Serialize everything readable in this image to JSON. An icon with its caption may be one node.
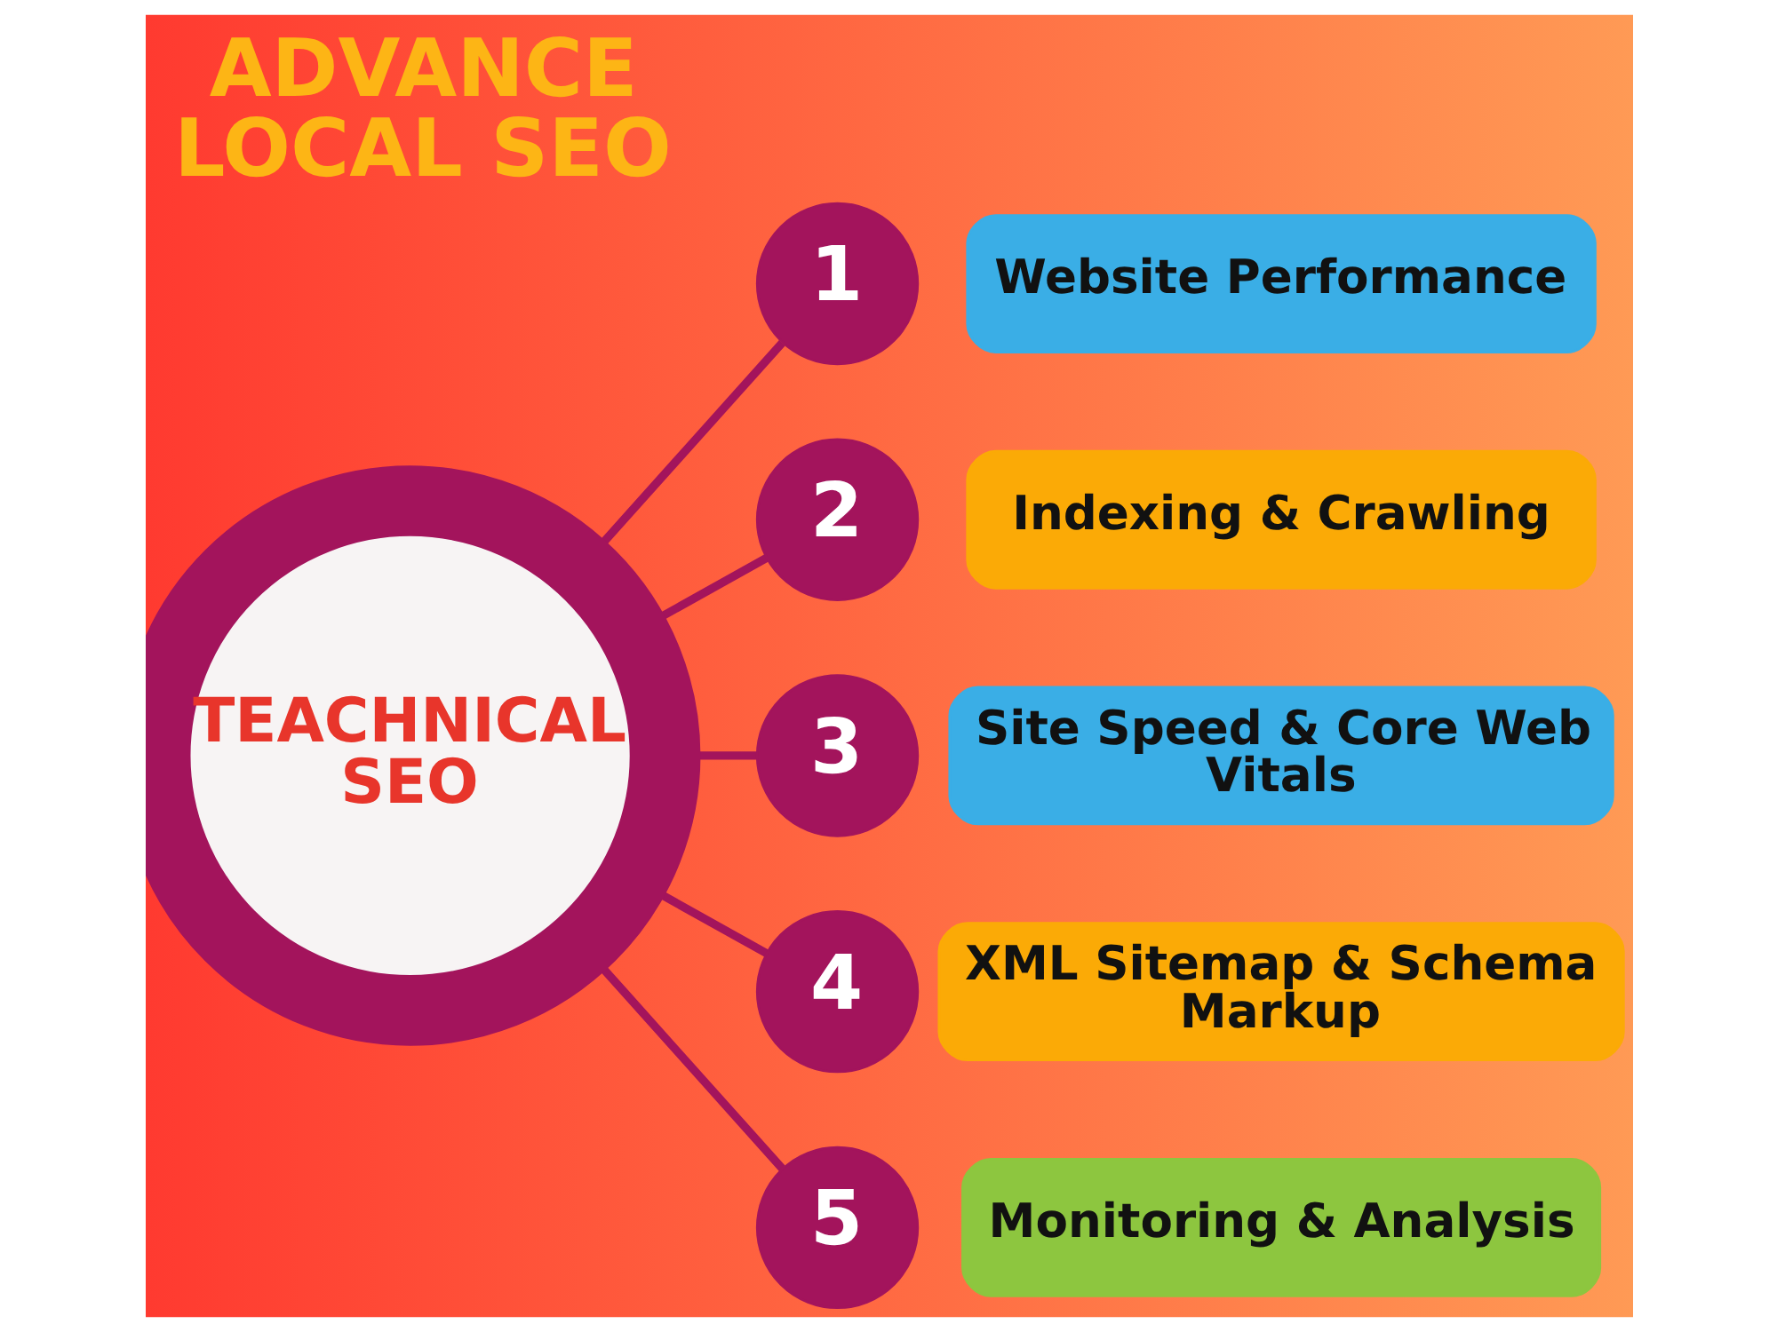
{
  "diagram": {
    "title": "ADVANCE LOCAL SEO",
    "nodes": [
      {
        "text": [
          "TEACHNICAL SEO"
        ]
      },
      {
        "text": [
          "1"
        ]
      },
      {
        "text": [
          "Website Performance"
        ]
      },
      {
        "text": [
          "2"
        ]
      },
      {
        "text": [
          "Indexing & Crawling"
        ]
      },
      {
        "text": [
          "3"
        ]
      },
      {
        "text": [
          "Site Speed & Core Web Vitals"
        ]
      },
      {
        "text": [
          "4"
        ]
      },
      {
        "text": [
          "XML Sitemap & Schema Markup"
        ]
      },
      {
        "text": [
          "5"
        ]
      },
      {
        "text": [
          "Monitoring & Analysis"
        ]
      }
    ],
    "edges": [
      {
        "from": 0,
        "to": 1,
        "arrow": "none"
      },
      {
        "from": 0,
        "to": 3,
        "arrow": "none"
      },
      {
        "from": 0,
        "to": 5,
        "arrow": "none"
      },
      {
        "from": 0,
        "to": 7,
        "arrow": "none"
      },
      {
        "from": 0,
        "to": 9,
        "arrow": "none"
      }
    ]
  }
}
